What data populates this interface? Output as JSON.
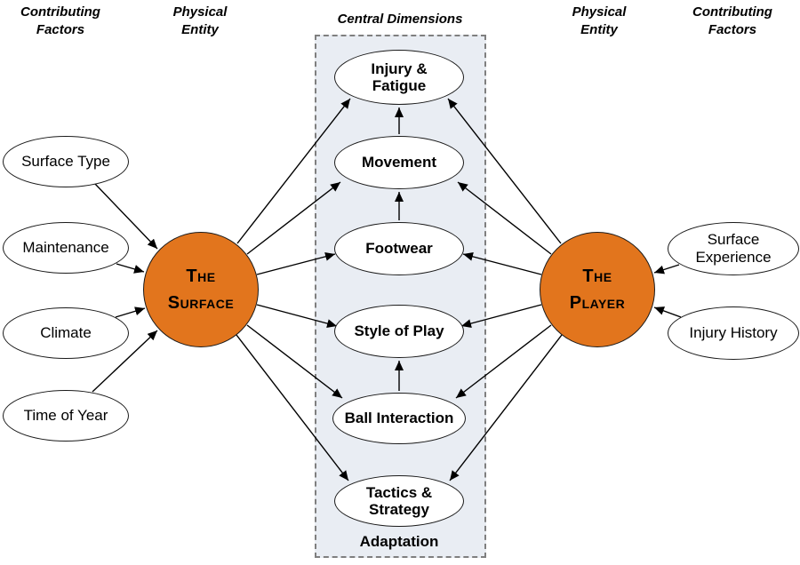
{
  "headers": {
    "left_contributing": "Contributing Factors",
    "left_physical": "Physical Entity",
    "central": "Central Dimensions",
    "right_physical": "Physical Entity",
    "right_contributing": "Contributing Factors"
  },
  "entities": {
    "surface": "The Surface",
    "player": "The Player"
  },
  "left_factors": [
    "Surface Type",
    "Maintenance",
    "Climate",
    "Time of Year"
  ],
  "right_factors": [
    "Surface Experience",
    "Injury History"
  ],
  "central_dimensions": [
    "Injury & Fatigue",
    "Movement",
    "Footwear",
    "Style of Play",
    "Ball Interaction",
    "Tactics & Strategy"
  ],
  "panel": {
    "footer": "Adaptation"
  },
  "colors": {
    "entity_fill": "#E2751D",
    "panel_fill": "#E9EDF3",
    "panel_border": "#7F7F7F",
    "node_fill": "#FFFFFF",
    "arrow": "#000000"
  }
}
